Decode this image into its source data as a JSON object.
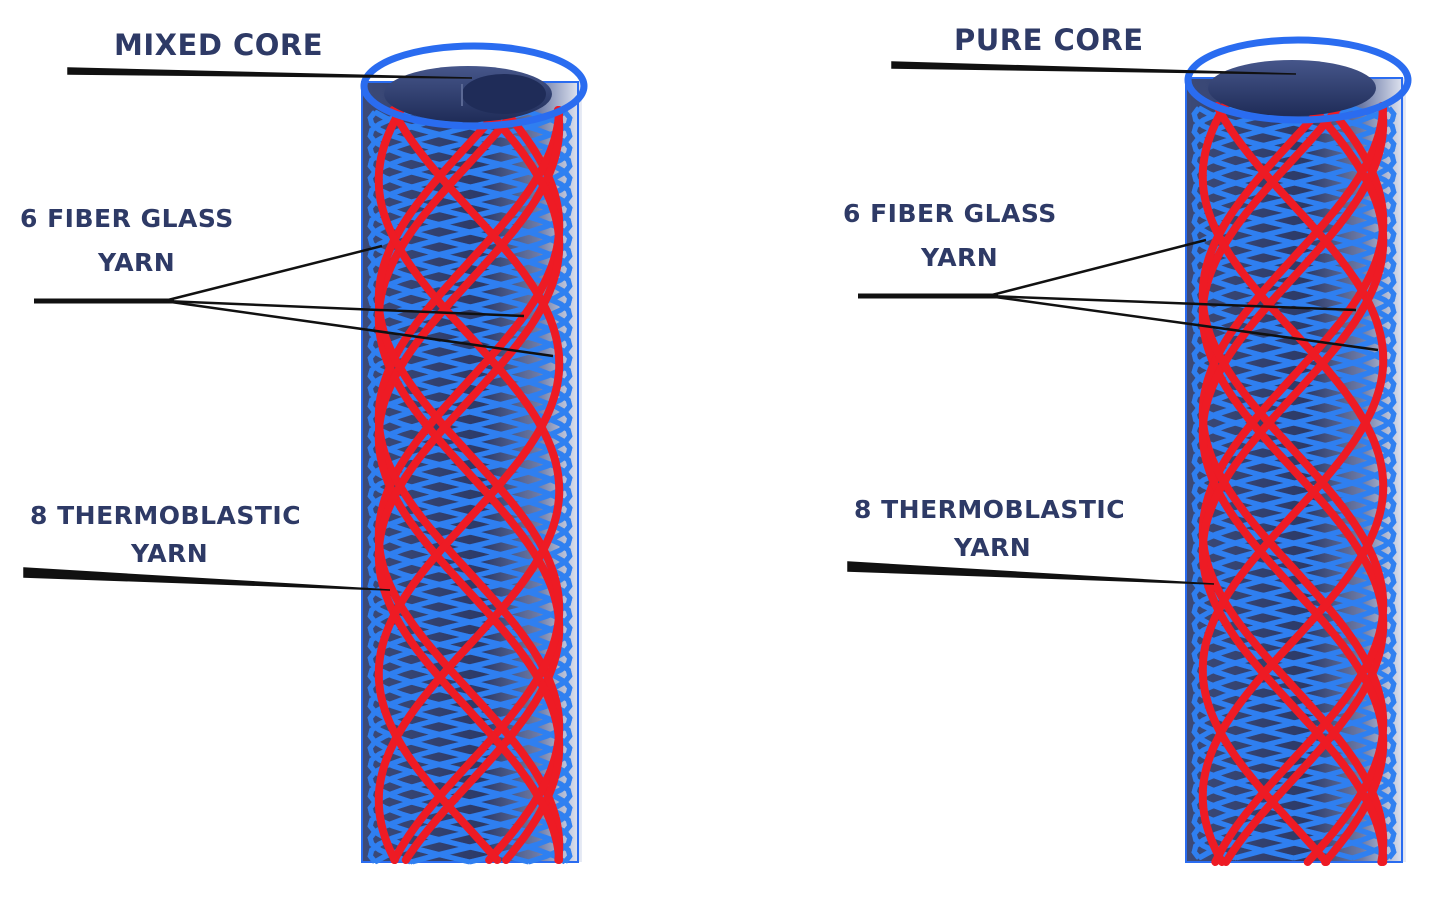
{
  "colors": {
    "label": "#2e3a66",
    "fiber_glass": "#2f7ff0",
    "thermoplastic": "#ee1b24",
    "core": "#2a3a6e",
    "outline": "#2a6cf0"
  },
  "diagrams": [
    {
      "title": "MIXED CORE",
      "fiber_label_line1": "6 FIBER GLASS",
      "fiber_label_line2": "YARN",
      "thermo_label_line1": "8 THERMOBLASTIC",
      "thermo_label_line2": "YARN"
    },
    {
      "title": "PURE CORE",
      "fiber_label_line1": "6 FIBER GLASS",
      "fiber_label_line2": "YARN",
      "thermo_label_line1": "8 THERMOBLASTIC",
      "thermo_label_line2": "YARN"
    }
  ]
}
